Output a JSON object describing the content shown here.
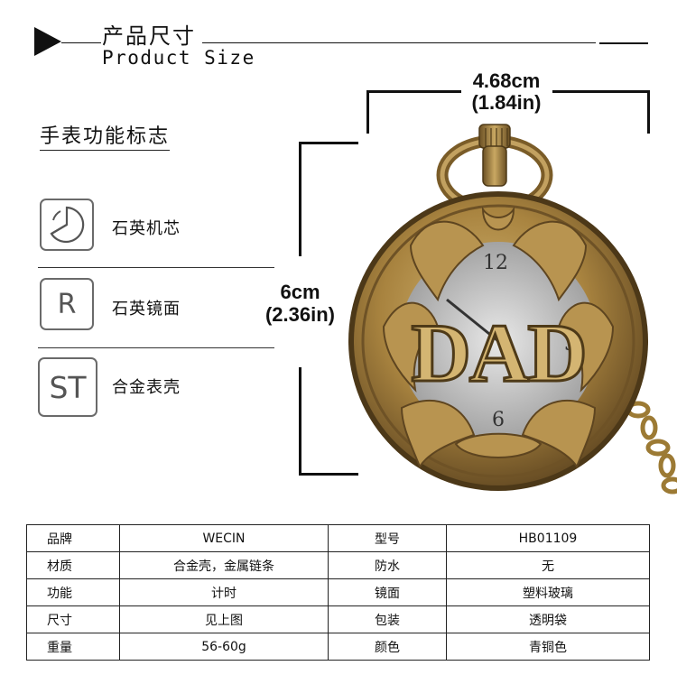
{
  "header": {
    "title_cn": "产品尺寸",
    "title_en": "Product Size"
  },
  "features": {
    "title": "手表功能标志",
    "items": [
      {
        "icon": "quartz-dial-icon",
        "label": "石英机芯"
      },
      {
        "icon": "R",
        "label": "石英镜面"
      },
      {
        "icon": "ST",
        "label": "合金表壳"
      }
    ]
  },
  "dimensions": {
    "width_cm": "4.68cm",
    "width_in": "(1.84in)",
    "height_cm": "6cm",
    "height_in": "(2.36in)"
  },
  "product_image": {
    "face_text": "DAD",
    "colors": {
      "bronze": "#b08a45",
      "bronze_dark": "#5e4520",
      "bronze_light": "#d9bc78"
    }
  },
  "spec_table": [
    {
      "k1": "品牌",
      "v1": "WECIN",
      "k2": "型号",
      "v2": "HB01109"
    },
    {
      "k1": "材质",
      "v1": "合金壳，金属链条",
      "k2": "防水",
      "v2": "无"
    },
    {
      "k1": "功能",
      "v1": "计时",
      "k2": "镜面",
      "v2": "塑料玻璃"
    },
    {
      "k1": "尺寸",
      "v1": "见上图",
      "k2": "包装",
      "v2": "透明袋"
    },
    {
      "k1": "重量",
      "v1": "56-60g",
      "k2": "颜色",
      "v2": "青铜色"
    }
  ]
}
